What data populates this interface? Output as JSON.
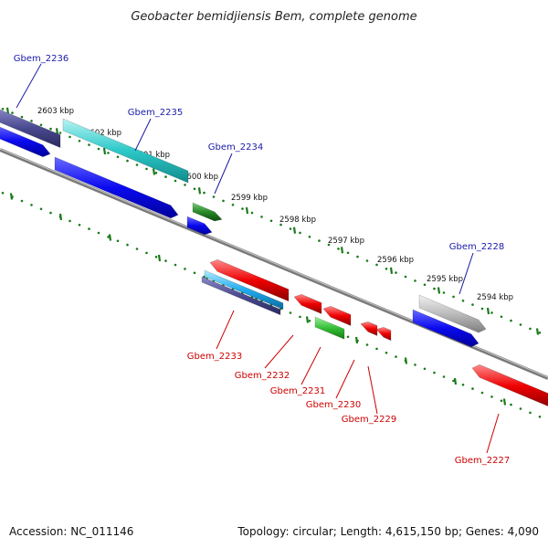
{
  "title": "Geobacter bemidjiensis Bem, complete genome",
  "footer": {
    "accession": "Accession: NC_011146",
    "summary": "Topology: circular; Length: 4,615,150 bp; Genes: 4,090"
  },
  "colors": {
    "forward_label": "#1a1aa8",
    "reverse_label": "#cc0000",
    "tick": "#1a7a1a",
    "backbone": "#808080"
  },
  "scale_labels": [
    "2603 kbp",
    "2602 kbp",
    "2601 kbp",
    "2600 kbp",
    "2599 kbp",
    "2598 kbp",
    "2597 kbp",
    "2596 kbp",
    "2595 kbp",
    "2594 kbp"
  ],
  "forward_genes": [
    {
      "label": "Gbem_2236",
      "color": "#505096"
    },
    {
      "label": "Gbem_2235",
      "color": "#2bcaca"
    },
    {
      "label": "Gbem_2234",
      "color": "#2e9e2e"
    },
    {
      "label": "Gbem_2228",
      "color": "#bdbdbd"
    }
  ],
  "reverse_genes": [
    {
      "label": "Gbem_2233",
      "color": "#e00000"
    },
    {
      "label": "Gbem_2232",
      "color": "#e00000"
    },
    {
      "label": "Gbem_2231",
      "color": "#e00000"
    },
    {
      "label": "Gbem_2230",
      "color": "#3cc83c"
    },
    {
      "label": "Gbem_2229",
      "color": "#e00000"
    },
    {
      "label": "Gbem_2227",
      "color": "#e00000"
    }
  ]
}
